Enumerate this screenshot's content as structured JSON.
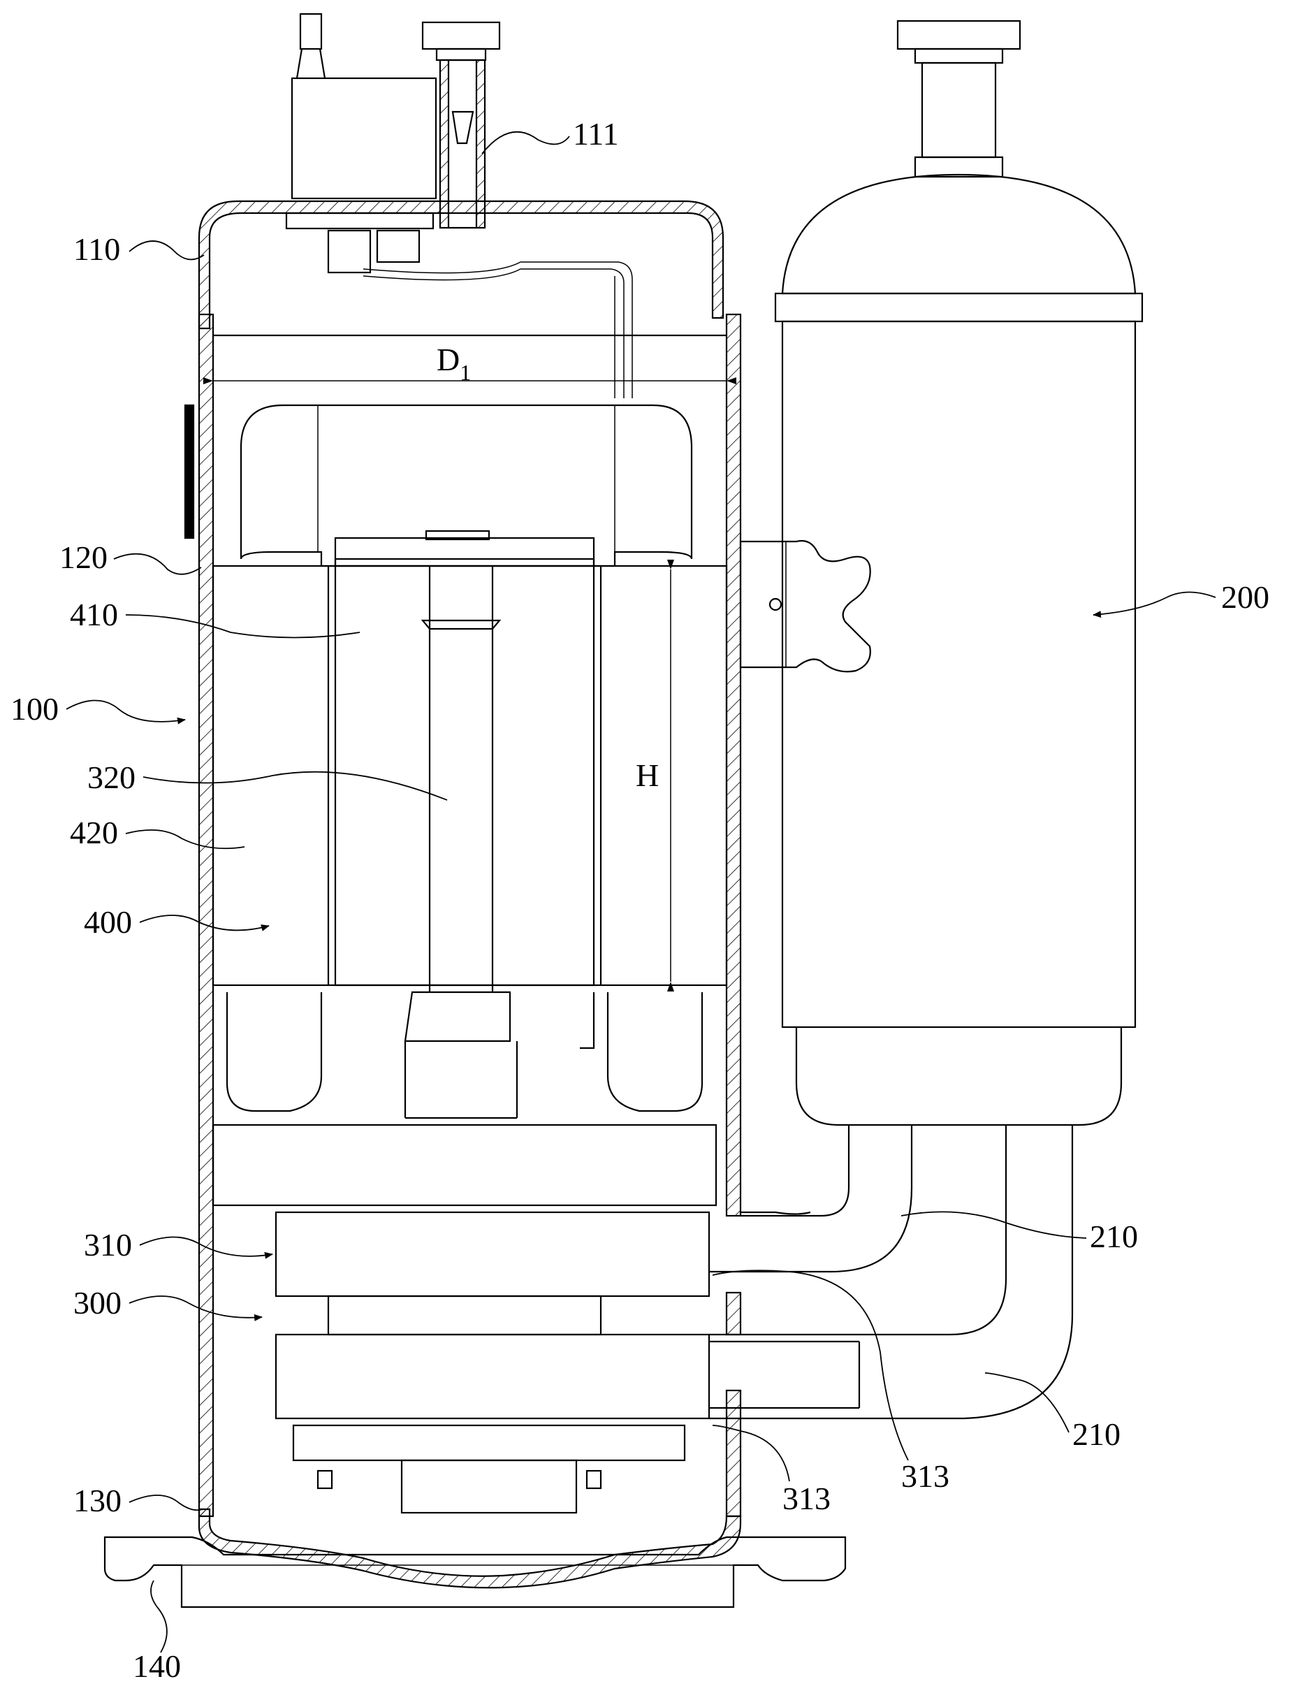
{
  "labels": {
    "l111": "111",
    "l110": "110",
    "l120": "120",
    "l410": "410",
    "l100": "100",
    "l320": "320",
    "l420": "420",
    "l400": "400",
    "l310": "310",
    "l300": "300",
    "l130": "130",
    "l140": "140",
    "l200": "200",
    "l210a": "210",
    "l210b": "210",
    "l313a": "313",
    "l313b": "313",
    "dimD": "D",
    "dimDsub": "1",
    "dimH": "H"
  },
  "colors": {
    "line": "#000000",
    "background": "#ffffff"
  }
}
